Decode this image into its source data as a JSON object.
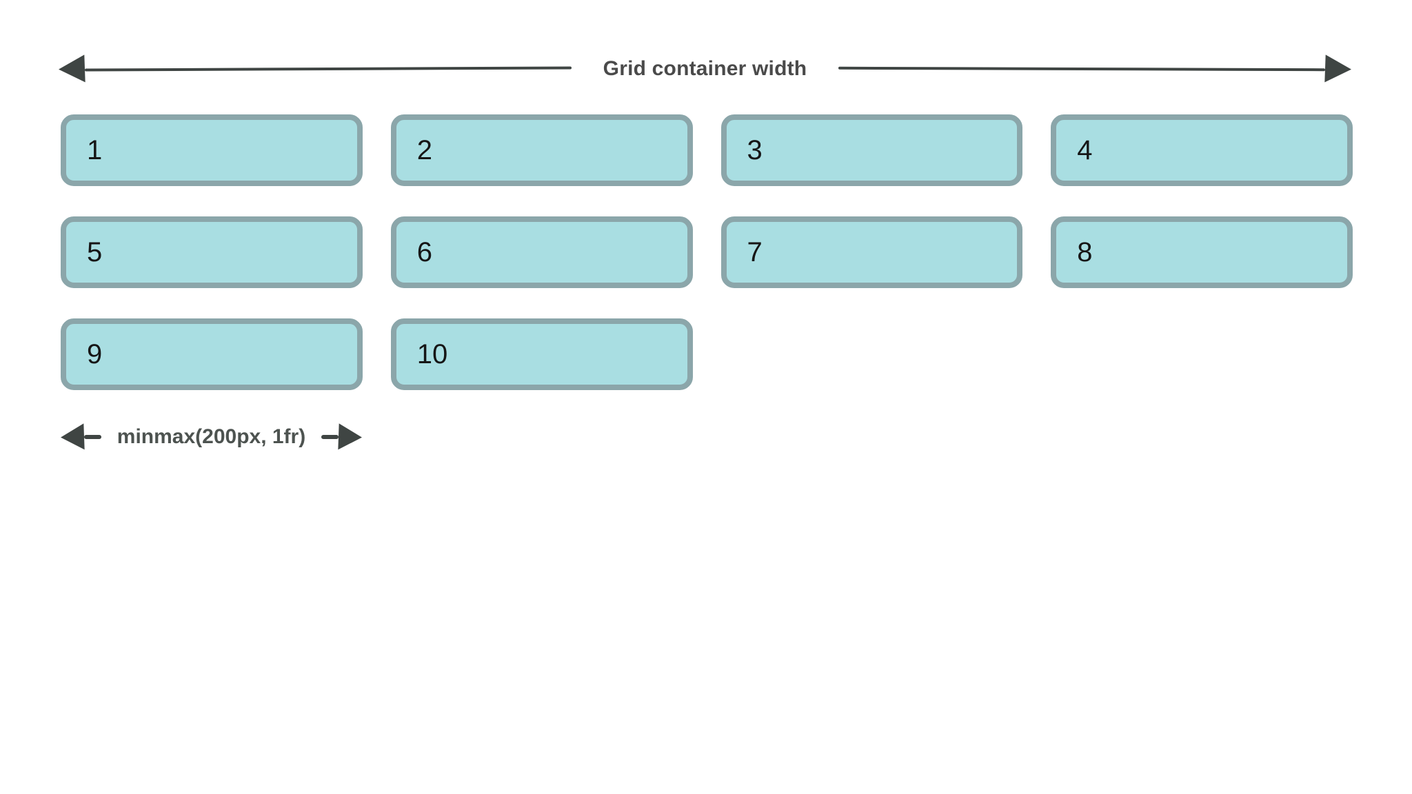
{
  "diagram": {
    "container_label": "Grid container width",
    "track_label": "minmax(200px, 1fr)",
    "items": [
      "1",
      "2",
      "3",
      "4",
      "5",
      "6",
      "7",
      "8",
      "9",
      "10"
    ],
    "grid": {
      "columns": 4,
      "rows": 3,
      "item_count": 10
    },
    "icons": {
      "top_left": "arrowhead-left-icon",
      "top_right": "arrowhead-right-icon",
      "annotation_left": "minmax-arrowhead-left-icon",
      "annotation_right": "minmax-arrowhead-right-icon"
    },
    "colors": {
      "background": "#ffffff",
      "box_fill": "#a9dee2",
      "box_border": "#8ba6aa",
      "ink": "#3f4543",
      "title_text": "#4a4a4a",
      "annotation_text": "#4d5350",
      "number_text": "#161616"
    }
  }
}
